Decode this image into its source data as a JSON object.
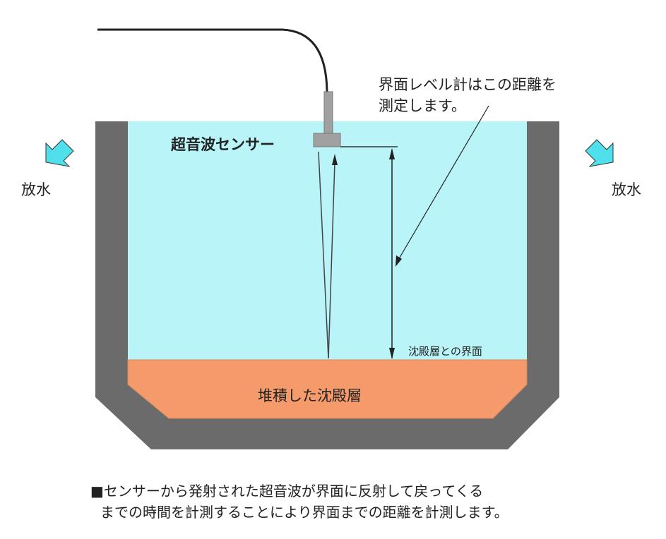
{
  "labels": {
    "sensor": "超音波センサー",
    "measure_line1": "界面レベル計はこの距離を",
    "measure_line2": "測定します。",
    "interface": "沈殿層との界面",
    "sediment": "堆積した沈殿層",
    "discharge_left": "放水",
    "discharge_right": "放水"
  },
  "caption": {
    "line1": "■センサーから発射された超音波が界面に反射して戻ってくる",
    "line2": "までの時間を計測することにより界面までの距離を計測します。"
  },
  "colors": {
    "wall": "#6b6b6b",
    "water": "#b8f4f8",
    "sediment": "#f59a6a",
    "sensor": "#a0a0a0",
    "arrow": "#4fe0ec"
  }
}
